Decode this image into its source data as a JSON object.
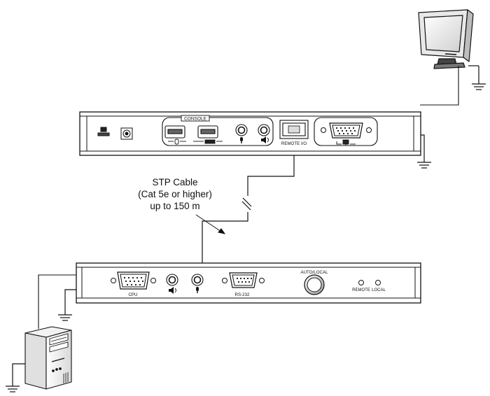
{
  "cable": {
    "line1": "STP Cable",
    "line2": "(Cat 5e or higher)",
    "line3": "up to 150 m"
  },
  "remote_unit": {
    "console_label": "CONSOLE",
    "port_label": "REMOTE I/O"
  },
  "local_unit": {
    "cpu_label": "CPU",
    "rs232_label": "RS-232",
    "auto_local_label": "AUTO/LOCAL",
    "remote_led_label": "REMOTE",
    "local_led_label": "LOCAL"
  },
  "icons": [
    "monitor-icon",
    "computer-tower-icon",
    "ground-icon",
    "mouse-icon",
    "keyboard-icon",
    "microphone-icon",
    "speaker-icon",
    "dc-power-icon"
  ]
}
